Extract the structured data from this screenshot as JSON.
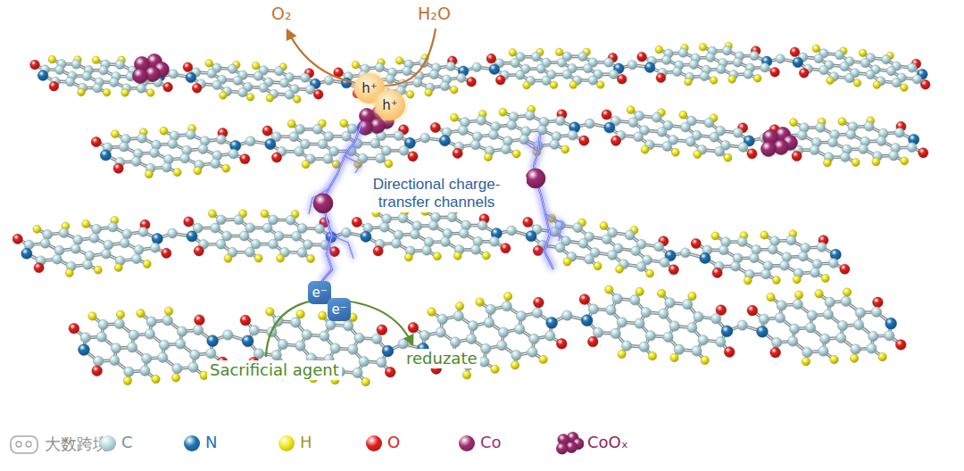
{
  "diagram": {
    "nodes": [
      {
        "text": [
          "h⁺"
        ]
      },
      {
        "text": [
          "h⁺"
        ]
      },
      {
        "text": [
          "e⁻"
        ]
      },
      {
        "text": [
          "e⁻"
        ]
      }
    ],
    "labels": [
      "O₂",
      "H₂O",
      "Directional charge-transfer channels",
      "Sacrificial agent",
      "reduzate",
      "大数跨境"
    ],
    "legend": [
      {
        "text": "C",
        "color": "#b9dde3"
      },
      {
        "text": "N",
        "color": "#1f73b7"
      },
      {
        "text": "H",
        "color": "#f4ea1c"
      },
      {
        "text": "O",
        "color": "#e3201c"
      },
      {
        "text": "Co",
        "color": "#a12c72"
      },
      {
        "text": "CoOₓ"
      }
    ]
  }
}
